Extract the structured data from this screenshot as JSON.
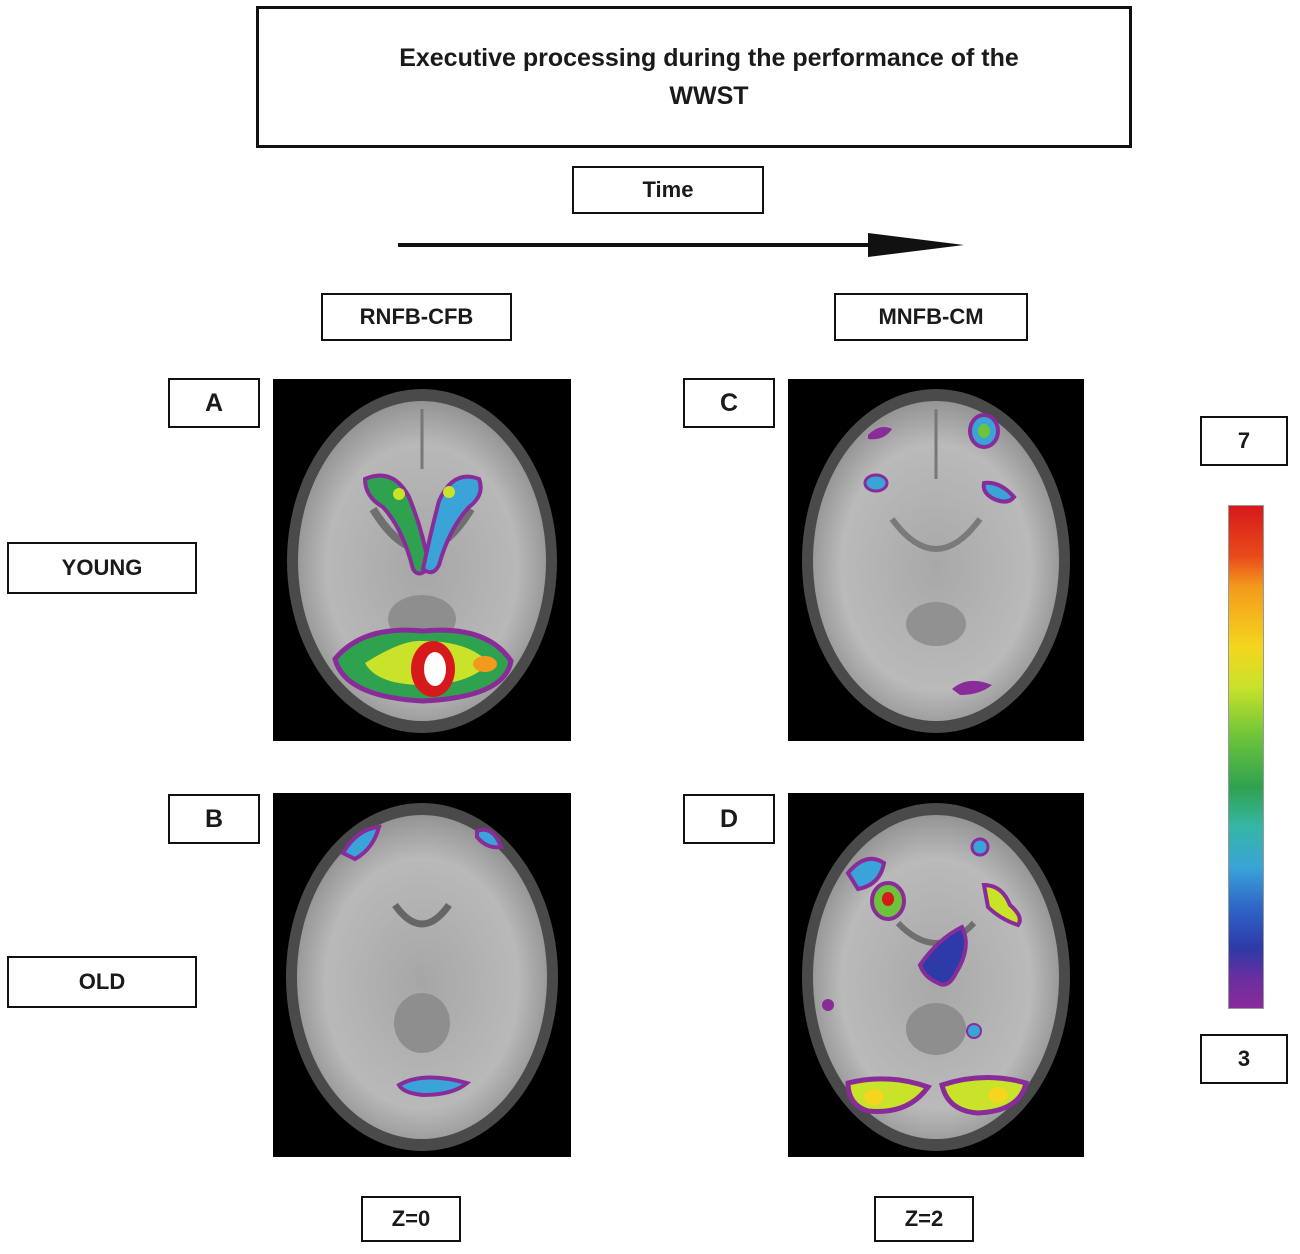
{
  "title": "Executive processing during the performance of the WWST",
  "time_label": "Time",
  "conditions": {
    "left": "RNFB-CFB",
    "right": "MNFB-CM"
  },
  "groups": {
    "young": "YOUNG",
    "old": "OLD"
  },
  "panels": {
    "a": "A",
    "b": "B",
    "c": "C",
    "d": "D"
  },
  "z_values": {
    "left": "Z=0",
    "right": "Z=2"
  },
  "color_scale": {
    "max": "7",
    "min": "3",
    "colors": [
      "#d7191c",
      "#f39a1c",
      "#f5d51d",
      "#6cc43a",
      "#2fa24f",
      "#3aa3d8",
      "#2d3aa8",
      "#8a2b9a"
    ]
  }
}
